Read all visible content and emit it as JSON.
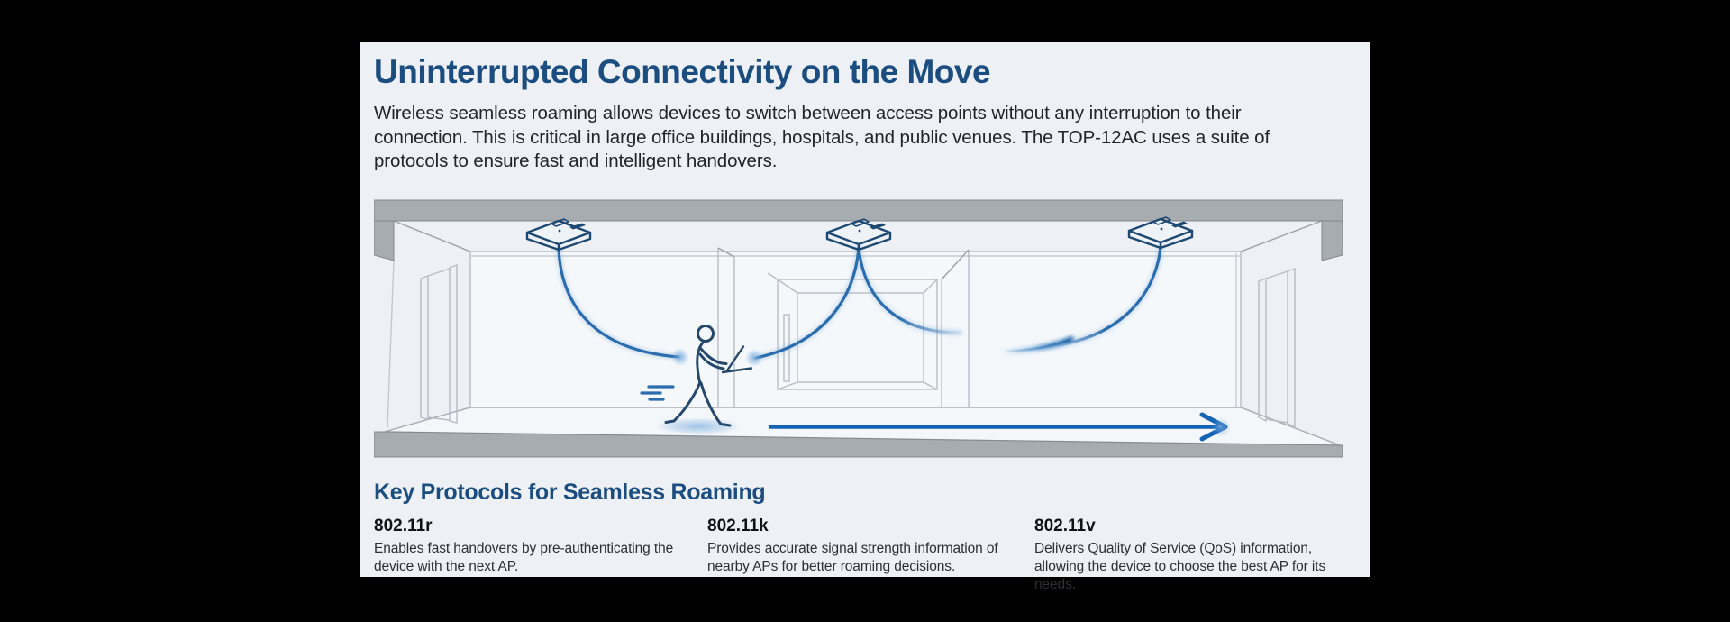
{
  "header": {
    "title": "Uninterrupted Connectivity on the Move",
    "description": "Wireless seamless roaming allows devices to switch between access points without any interruption to their connection. This is critical in large office buildings, hospitals, and public venues. The TOP-12AC uses a suite of protocols to ensure fast and intelligent handovers."
  },
  "illustration": {
    "name": "seamless-roaming-building-cutaway",
    "access_point_count": 3,
    "icons": [
      "access-point-icon",
      "walking-user-icon",
      "wifi-signal-curve",
      "movement-arrow-icon",
      "speed-lines-icon"
    ],
    "colors": {
      "device_outline": "#1d4872",
      "signal_curve": "#2a6cad",
      "arrow": "#1563b5",
      "structure_gray": "#a7acb1",
      "wall_line": "#b7bdc5",
      "interior": "#f5f8fb"
    }
  },
  "protocols_section": {
    "heading": "Key Protocols for Seamless Roaming",
    "items": [
      {
        "name": "802.11r",
        "description": "Enables fast handovers by pre-authenticating the device with the next AP."
      },
      {
        "name": "802.11k",
        "description": "Provides accurate signal strength information of nearby APs for better roaming decisions."
      },
      {
        "name": "802.11v",
        "description": "Delivers Quality of Service (QoS) information, allowing the device to choose the best AP for its needs."
      }
    ]
  },
  "theme": {
    "page_background": "#000000",
    "card_background": "#edf1f5",
    "title_color": "#1c4d80",
    "text_color": "#20252a"
  }
}
